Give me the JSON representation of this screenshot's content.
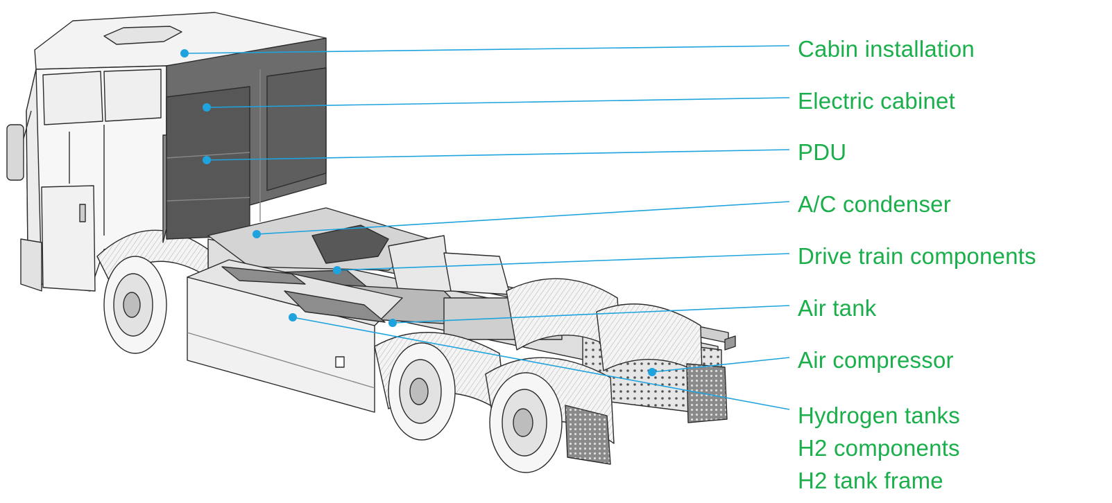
{
  "colors": {
    "label_text": "#1aaf4b",
    "leader_line": "#1fa3df",
    "line_art": "#2b2b2b",
    "cabinet_fill": "#555555",
    "body_fill": "#f2f2f2"
  },
  "labels": [
    {
      "id": "cabin-installation",
      "lines": [
        "Cabin installation"
      ]
    },
    {
      "id": "electric-cabinet",
      "lines": [
        "Electric cabinet"
      ]
    },
    {
      "id": "pdu",
      "lines": [
        "PDU"
      ]
    },
    {
      "id": "ac-condenser",
      "lines": [
        "A/C condenser"
      ]
    },
    {
      "id": "drive-train-components",
      "lines": [
        "Drive train components"
      ]
    },
    {
      "id": "air-tank",
      "lines": [
        "Air tank"
      ]
    },
    {
      "id": "air-compressor",
      "lines": [
        "Air compressor"
      ]
    },
    {
      "id": "hydrogen-group",
      "lines": [
        "Hydrogen tanks",
        "H2 components",
        "H2 tank frame"
      ]
    }
  ]
}
